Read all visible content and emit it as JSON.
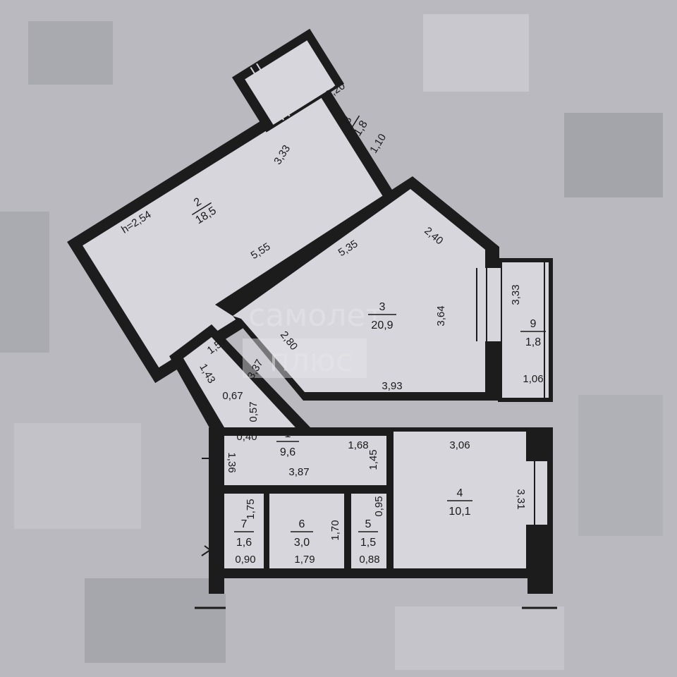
{
  "ceiling_height": "h=2,54",
  "watermark": {
    "line1": "самолет",
    "line2": "плюс"
  },
  "rooms": [
    {
      "id": "room-1",
      "number": "1",
      "area": "9,6"
    },
    {
      "id": "room-2",
      "number": "2",
      "area": "18,5"
    },
    {
      "id": "room-3",
      "number": "3",
      "area": "20,9"
    },
    {
      "id": "room-4",
      "number": "4",
      "area": "10,1"
    },
    {
      "id": "room-5",
      "number": "5",
      "area": "1,5"
    },
    {
      "id": "room-6",
      "number": "6",
      "area": "3,0"
    },
    {
      "id": "room-7",
      "number": "7",
      "area": "1,6"
    },
    {
      "id": "room-8",
      "number": "8",
      "area": "1,8"
    },
    {
      "id": "room-9",
      "number": "9",
      "area": "1,8"
    }
  ],
  "dimensions": {
    "d320": "3,20",
    "d110": "1,10",
    "d333a": "3,33",
    "d555": "5,55",
    "d535": "5,35",
    "d240": "2,40",
    "d333b": "3,33",
    "d364": "3,64",
    "d106": "1,06",
    "d393": "3,93",
    "d280": "2,80",
    "d159": "1,59",
    "d143": "1,43",
    "d337": "3,37",
    "d067": "0,67",
    "d057": "0,57",
    "d040": "0,40",
    "d136": "1,36",
    "d168": "1,68",
    "d145": "1,45",
    "d387": "3,87",
    "d306": "3,06",
    "d331": "3,31",
    "d175": "1,75",
    "d170": "1,70",
    "d095": "0,95",
    "d090": "0,90",
    "d179": "1,79",
    "d088": "0,88"
  },
  "colors": {
    "background": "#b9b9bf",
    "wall": "#1c1c1c",
    "floor": "#d6d6dc"
  }
}
